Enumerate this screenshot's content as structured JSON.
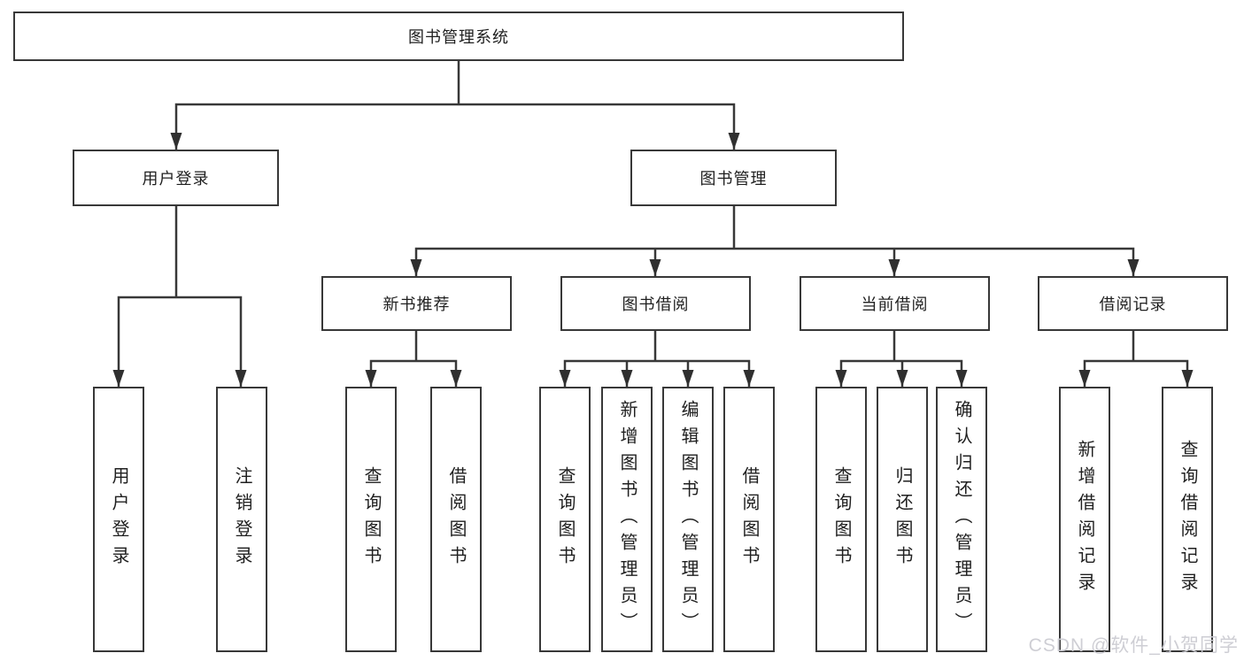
{
  "diagram": {
    "root": {
      "label": "图书管理系统"
    },
    "level2": [
      {
        "label": "用户登录",
        "children": [
          {
            "label": "用户登录"
          },
          {
            "label": "注销登录"
          }
        ]
      },
      {
        "label": "图书管理",
        "groups": [
          {
            "label": "新书推荐",
            "children": [
              {
                "label": "查询图书"
              },
              {
                "label": "借阅图书"
              }
            ]
          },
          {
            "label": "图书借阅",
            "children": [
              {
                "label": "查询图书"
              },
              {
                "label": "新增图书（管理员）"
              },
              {
                "label": "编辑图书（管理员）"
              },
              {
                "label": "借阅图书"
              }
            ]
          },
          {
            "label": "当前借阅",
            "children": [
              {
                "label": "查询图书"
              },
              {
                "label": "归还图书"
              },
              {
                "label": "确认归还（管理员）"
              }
            ]
          },
          {
            "label": "借阅记录",
            "children": [
              {
                "label": "新增借阅记录"
              },
              {
                "label": "查询借阅记录"
              }
            ]
          }
        ]
      }
    ]
  },
  "watermark": {
    "text": "CSDN @软件_小贺同学"
  },
  "colors": {
    "line": "#383838",
    "box_border": "#383838",
    "text": "#1f1f1f",
    "background": "#ffffff",
    "watermark": "#cbcbd2"
  }
}
